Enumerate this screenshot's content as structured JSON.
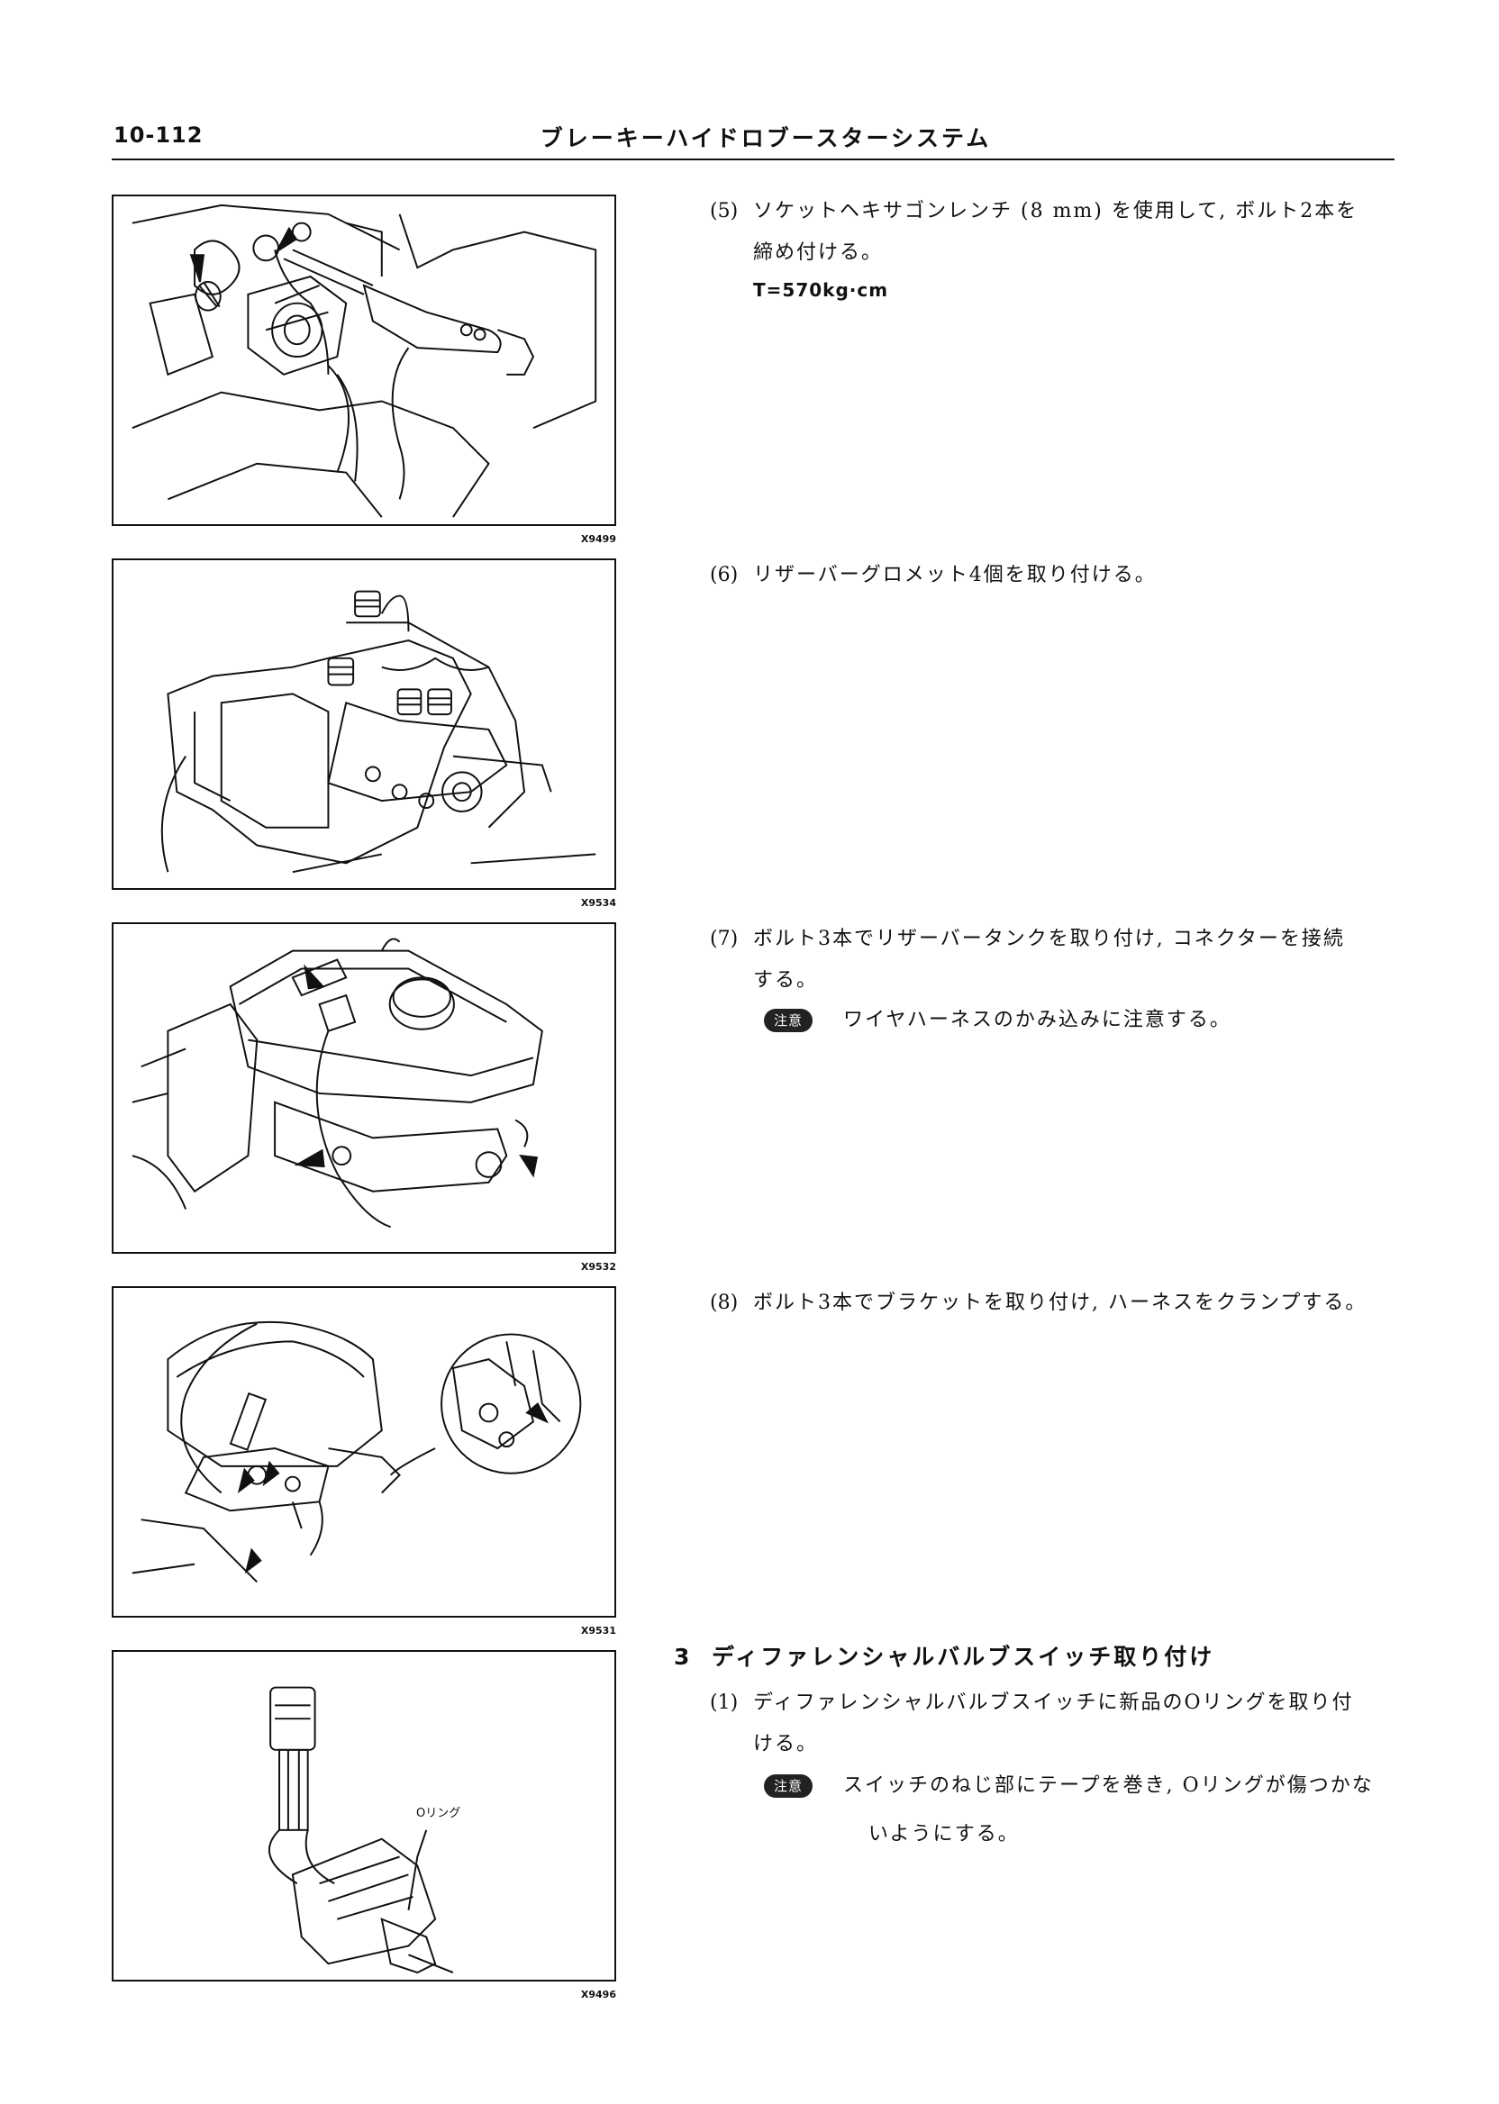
{
  "page": {
    "number": "10-112",
    "title": "ブレーキーハイドロブースターシステム"
  },
  "figures": [
    {
      "code": "X9499",
      "subject": "socket-hex-wrench-on-bolts"
    },
    {
      "code": "X9534",
      "subject": "reservoir-grommets"
    },
    {
      "code": "X9532",
      "subject": "reservoir-tank"
    },
    {
      "code": "X9531",
      "subject": "bracket-and-harness-clamp"
    },
    {
      "code": "X9496",
      "subject": "differential-valve-switch",
      "label": "Oリング"
    }
  ],
  "steps": {
    "s5": {
      "num": "(5)",
      "line1": "ソケットヘキサゴンレンチ (8 mm) を使用して, ボルト2本を",
      "line2": "締め付ける。",
      "torque": "T=570kg·cm"
    },
    "s6": {
      "num": "(6)",
      "line1": "リザーバーグロメット4個を取り付ける。"
    },
    "s7": {
      "num": "(7)",
      "line1": "ボルト3本でリザーバータンクを取り付け, コネクターを接続",
      "line2": "する。",
      "caution_badge": "注意",
      "caution": "ワイヤハーネスのかみ込みに注意する。"
    },
    "s8": {
      "num": "(8)",
      "line1": "ボルト3本でブラケットを取り付け, ハーネスをクランプする。"
    }
  },
  "section3": {
    "num": "3",
    "title": "ディファレンシャルバルブスイッチ取り付け",
    "s1": {
      "num": "(1)",
      "line1": "ディファレンシャルバルブスイッチに新品のOリングを取り付",
      "line2": "ける。",
      "caution_badge": "注意",
      "caution_line1": "スイッチのねじ部にテープを巻き, Oリングが傷つかな",
      "caution_line2": "いようにする。"
    }
  }
}
